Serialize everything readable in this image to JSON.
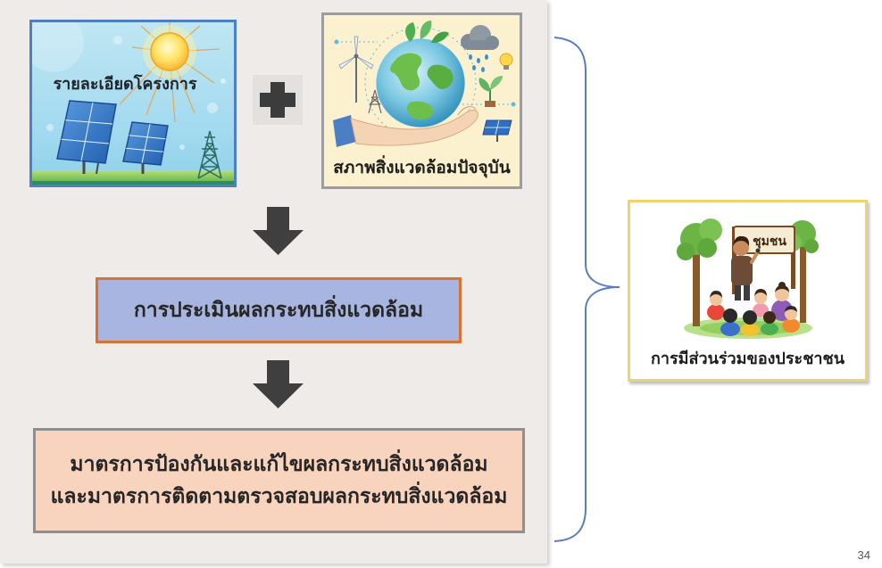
{
  "colors": {
    "panel": "#eeebe8",
    "project_border": "#4e7fc2",
    "environment_border": "#9c9c9c",
    "environment_fill": "#fbf1cf",
    "arrow": "#3f3f3f",
    "assessment_fill": "#a8b5e1",
    "assessment_border": "#d87234",
    "measures_fill": "#f8d4bf",
    "measures_border": "#8f8f8f",
    "bracket": "#5a7cc3",
    "participation_border": "#f0d36a",
    "text": "#222222"
  },
  "inputs": {
    "project_details": {
      "label": "รายละเอียดโครงการ",
      "illustration": "solar-energy-illustration"
    },
    "operator_icon": "plus-icon",
    "current_environment": {
      "label": "สภาพสิ่งแวดล้อมปัจจุบัน",
      "illustration": "globe-in-hand-illustration"
    }
  },
  "flow": {
    "arrow_icon": "arrow-down-icon",
    "assessment": {
      "label": "การประเมินผลกระทบสิ่งแวดล้อม"
    },
    "measures": {
      "lines": [
        "มาตรการป้องกันและแก้ไขผลกระทบสิ่งแวดล้อม",
        "และมาตรการติดตามตรวจสอบผลกระทบสิ่งแวดล้อม"
      ]
    }
  },
  "participation": {
    "bracket_icon": "right-brace-icon",
    "illustration": "community-meeting-illustration",
    "sign_text": "ชุมชน",
    "label": "การมีส่วนร่วมของประชาชน"
  },
  "slide": {
    "page_number": "34"
  }
}
